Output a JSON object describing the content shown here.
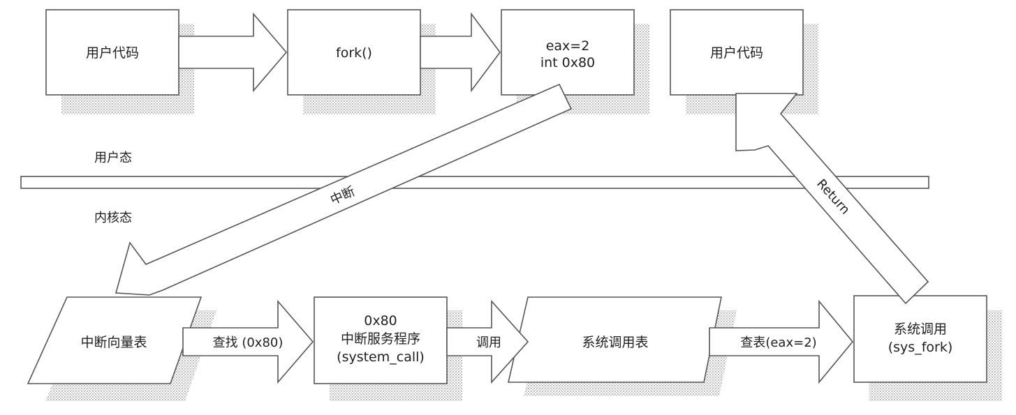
{
  "nodes": {
    "user_code_1": {
      "lines": [
        "用户代码"
      ]
    },
    "fork_call": {
      "lines": [
        "fork()"
      ]
    },
    "eax_int": {
      "lines": [
        "eax=2",
        "int 0x80"
      ]
    },
    "user_code_2": {
      "lines": [
        "用户代码"
      ]
    },
    "ivt": {
      "lines": [
        "中断向量表"
      ]
    },
    "isr": {
      "lines": [
        "0x80",
        "中断服务程序",
        "(system_call)"
      ]
    },
    "syscall_table": {
      "lines": [
        "系统调用表"
      ]
    },
    "sys_fork": {
      "lines": [
        "系统调用",
        "(sys_fork)"
      ]
    }
  },
  "edges": {
    "lookup": {
      "label": "查找 (0x80)"
    },
    "invoke": {
      "label": "调用"
    },
    "table_lookup": {
      "label": "查表(eax=2)"
    },
    "interrupt": {
      "label": "中断"
    },
    "return": {
      "label": "Return"
    }
  },
  "zones": {
    "user_mode": "用户态",
    "kernel_mode": "内核态"
  }
}
